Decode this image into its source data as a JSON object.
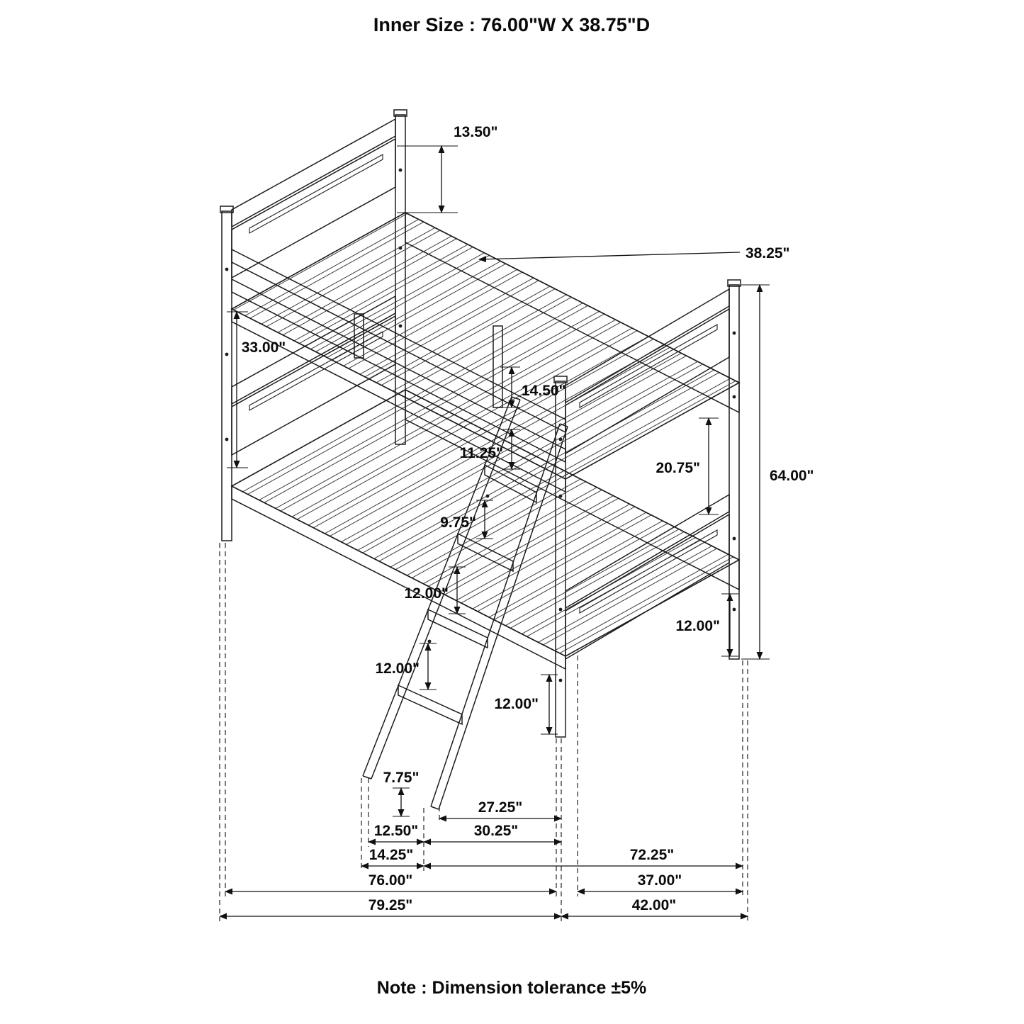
{
  "title": "Inner Size : 76.00\"W X 38.75\"D",
  "note": "Note : Dimension tolerance ±5%",
  "diagram_type": "bunk-bed-dimension-drawing",
  "dims": {
    "headboard_above_deck": "13.50\"",
    "slat_length": "38.25\"",
    "bunk_gap": "33.00\"",
    "rail_post": "14.50\"",
    "ladder_gap_top": "11.25\"",
    "panel_height": "20.75\"",
    "overall_height": "64.00\"",
    "ladder_gap_2": "9.75\"",
    "ladder_gap_3": "12.00\"",
    "ladder_gap_4": "12.00\"",
    "front_leg_height": "12.00\"",
    "right_leg_height": "12.00\"",
    "ladder_foot_height": "7.75\"",
    "ladder_inner_span": "27.25\"",
    "ladder_step_width": "12.50\"",
    "ladder_outer_span": "30.25\"",
    "ladder_overall_width": "14.25\"",
    "length_to_end": "72.25\"",
    "inner_width": "76.00\"",
    "end_depth_inner": "37.00\"",
    "overall_length": "79.25\"",
    "overall_depth": "42.00\""
  }
}
